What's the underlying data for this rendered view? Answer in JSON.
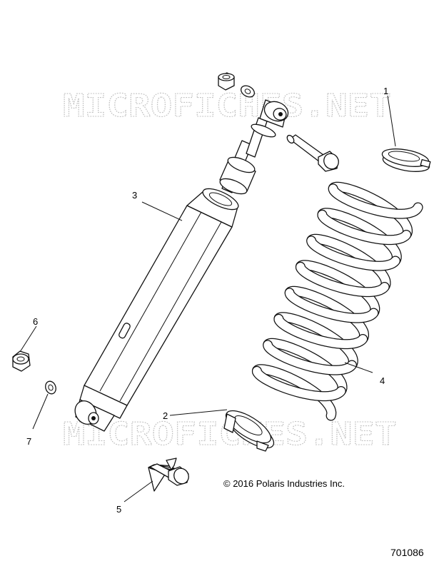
{
  "watermark": {
    "top": "MICROFICHES.NET",
    "bottom": "MICROFICHES.NET"
  },
  "callouts": {
    "c1": "1",
    "c2": "2",
    "c3": "3",
    "c4": "4",
    "c5": "5",
    "c6": "6",
    "c7": "7"
  },
  "copyright": "© 2016 Polaris Industries Inc.",
  "figure_number": "701086"
}
